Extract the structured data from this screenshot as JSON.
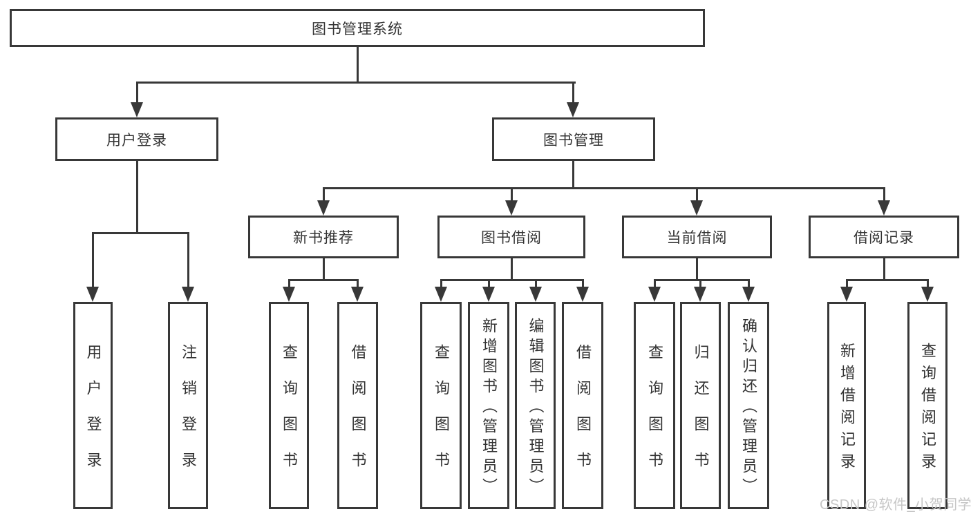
{
  "diagram": {
    "root": {
      "label": "图书管理系统"
    },
    "branches": {
      "user_login": {
        "label": "用户登录",
        "children": {
          "login": {
            "label": "用户登录"
          },
          "logout": {
            "label": "注销登录"
          }
        }
      },
      "book_management": {
        "label": "图书管理",
        "children": {
          "new_book_recommend": {
            "label": "新书推荐",
            "children": {
              "query_books": {
                "label": "查询图书"
              },
              "borrow_books": {
                "label": "借阅图书"
              }
            }
          },
          "book_borrowing": {
            "label": "图书借阅",
            "children": {
              "query_books": {
                "label": "查询图书"
              },
              "add_books": {
                "label": "新增图书（管理员）"
              },
              "edit_books": {
                "label": "编辑图书（管理员）"
              },
              "borrow_books": {
                "label": "借阅图书"
              }
            }
          },
          "current_borrowing": {
            "label": "当前借阅",
            "children": {
              "query_books": {
                "label": "查询图书"
              },
              "return_books": {
                "label": "归还图书"
              },
              "confirm_return": {
                "label": "确认归还（管理员）"
              }
            }
          },
          "borrow_records": {
            "label": "借阅记录",
            "children": {
              "add_record": {
                "label": "新增借阅记录"
              },
              "query_record": {
                "label": "查询借阅记录"
              }
            }
          }
        }
      }
    }
  },
  "watermark": {
    "text": "CSDN @软件_小贺同学"
  },
  "colors": {
    "line": "#383838",
    "text": "#333333",
    "background": "#ffffff",
    "watermark": "#c6c6c6"
  }
}
